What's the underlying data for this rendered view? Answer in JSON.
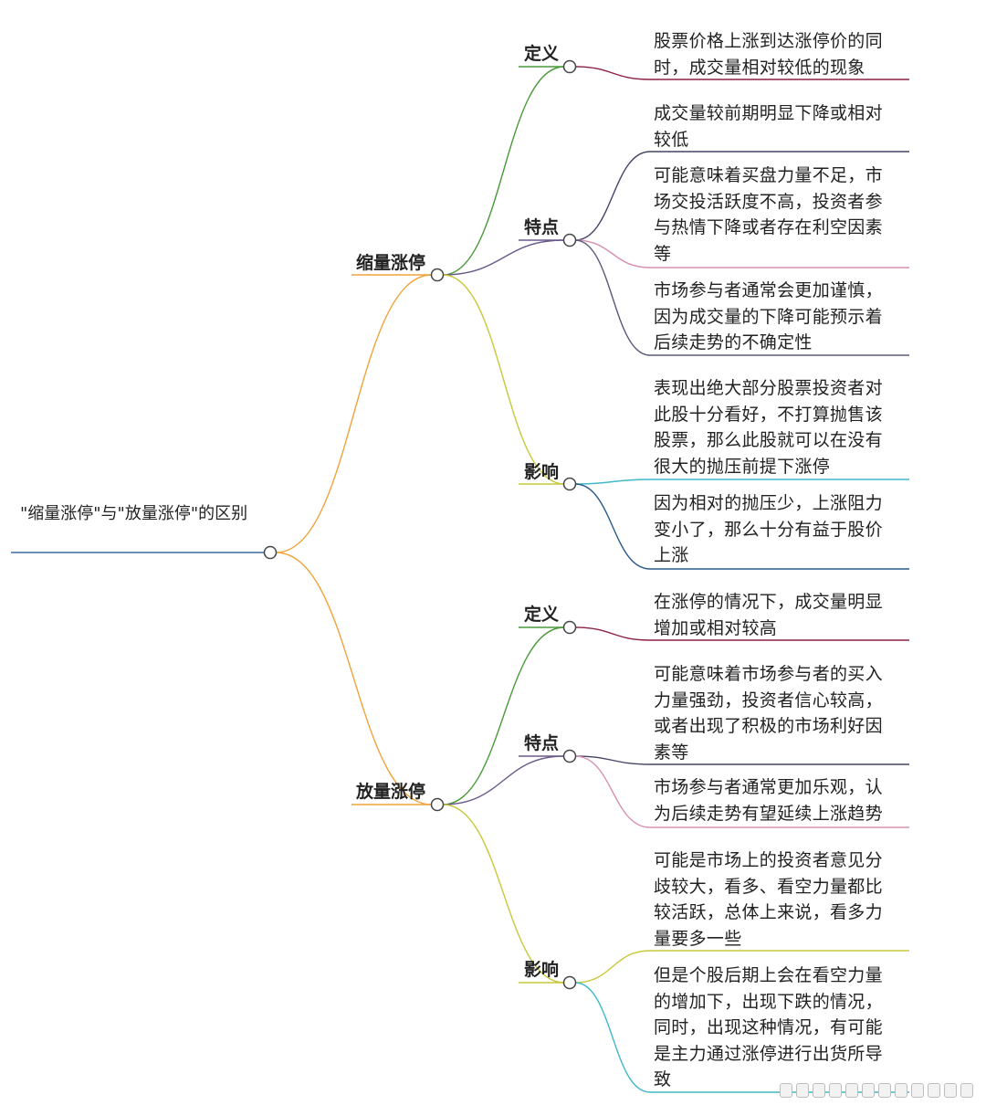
{
  "root": {
    "label": "\"缩量涨停\"与\"放量涨停\"的区别"
  },
  "branches": [
    {
      "label": "缩量涨停",
      "groups": [
        {
          "label": "定义",
          "leaves": [
            "股票价格上涨到达涨停价的同时，成交量相对较低的现象"
          ]
        },
        {
          "label": "特点",
          "leaves": [
            "成交量较前期明显下降或相对较低",
            "可能意味着买盘力量不足，市场交投活跃度不高，投资者参与热情下降或者存在利空因素等",
            "市场参与者通常会更加谨慎，因为成交量的下降可能预示着后续走势的不确定性"
          ]
        },
        {
          "label": "影响",
          "leaves": [
            "表现出绝大部分股票投资者对此股十分看好，不打算抛售该股票，那么此股就可以在没有很大的抛压前提下涨停",
            "因为相对的抛压少，上涨阻力变小了，那么十分有益于股价上涨"
          ]
        }
      ]
    },
    {
      "label": "放量涨停",
      "groups": [
        {
          "label": "定义",
          "leaves": [
            "在涨停的情况下，成交量明显增加或相对较高"
          ]
        },
        {
          "label": "特点",
          "leaves": [
            "可能意味着市场参与者的买入力量强劲，投资者信心较高，或者出现了积极的市场利好因素等",
            "市场参与者通常更加乐观，认为后续走势有望延续上涨趋势"
          ]
        },
        {
          "label": "影响",
          "leaves": [
            "可能是市场上的投资者意见分歧较大，看多、看空力量都比较活跃，总体上来说，看多力量要多一些",
            "但是个股后期上会在看空力量的增加下，出现下跌的情况，同时，出现这种情况，有可能是主力通过涨停进行出货所导致"
          ]
        }
      ]
    }
  ],
  "colors": {
    "root_line": "#3b6aa0",
    "branch_line": "#f0a33a",
    "group_lines": [
      "#4a9a3a",
      "#6a5a8a",
      "#c8c83a"
    ],
    "leaf_lines": [
      "#8b2040",
      "#444466",
      "#d890b0",
      "#5a5a7a",
      "#40b8c8",
      "#2a5a8a",
      "#8b2040",
      "#444466",
      "#d890b0",
      "#c8c83a",
      "#40b8c8"
    ],
    "node_circle": "#444444"
  }
}
